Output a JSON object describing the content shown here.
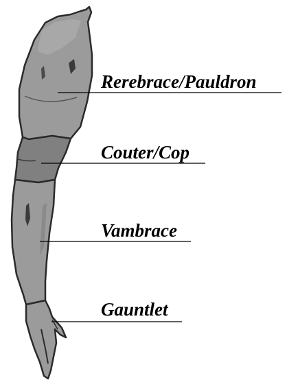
{
  "labels": {
    "rerebrace": "Rerebrace/Pauldron",
    "couter": "Couter/Cop",
    "vambrace": "Vambrace",
    "gauntlet": "Gauntlet"
  },
  "colors": {
    "armor_fill": "#9b9b9b",
    "couter_fill": "#808080",
    "outline": "#2a2a2a",
    "shadow": "#555555",
    "leader_line": "#000000",
    "label_text": "#000000"
  }
}
